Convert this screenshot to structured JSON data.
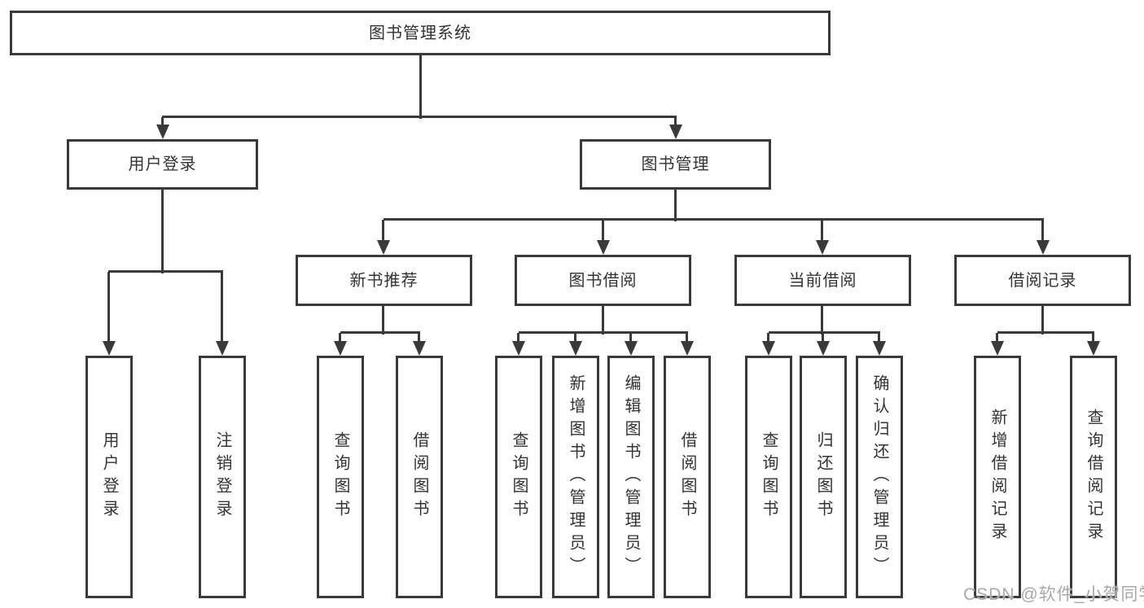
{
  "diagram": {
    "root": {
      "label": "图书管理系统"
    },
    "level2": {
      "user_login": {
        "label": "用户登录"
      },
      "book_mgmt": {
        "label": "图书管理"
      }
    },
    "level3": {
      "new_book": {
        "label": "新书推荐"
      },
      "book_borrow": {
        "label": "图书借阅"
      },
      "current_borrow": {
        "label": "当前借阅"
      },
      "borrow_record": {
        "label": "借阅记录"
      }
    },
    "leaves": {
      "user_login_leaf": {
        "label": "用户登录"
      },
      "logout": {
        "label": "注销登录"
      },
      "nb_query": {
        "label": "查询图书"
      },
      "nb_borrow": {
        "label": "借阅图书"
      },
      "bb_query": {
        "label": "查询图书"
      },
      "bb_add": {
        "label": "新增图书（管理员）"
      },
      "bb_edit": {
        "label": "编辑图书（管理员）"
      },
      "bb_borrow": {
        "label": "借阅图书"
      },
      "cb_query": {
        "label": "查询图书"
      },
      "cb_return": {
        "label": "归还图书"
      },
      "cb_confirm": {
        "label": "确认归还（管理员）"
      },
      "br_add": {
        "label": "新增借阅记录"
      },
      "br_query": {
        "label": "查询借阅记录"
      }
    },
    "watermark": "CSDN @软件_小贺同学",
    "colors": {
      "line": "#3a3a3a",
      "text": "#333333",
      "watermark": "#a8a8a8",
      "background": "#ffffff"
    }
  }
}
